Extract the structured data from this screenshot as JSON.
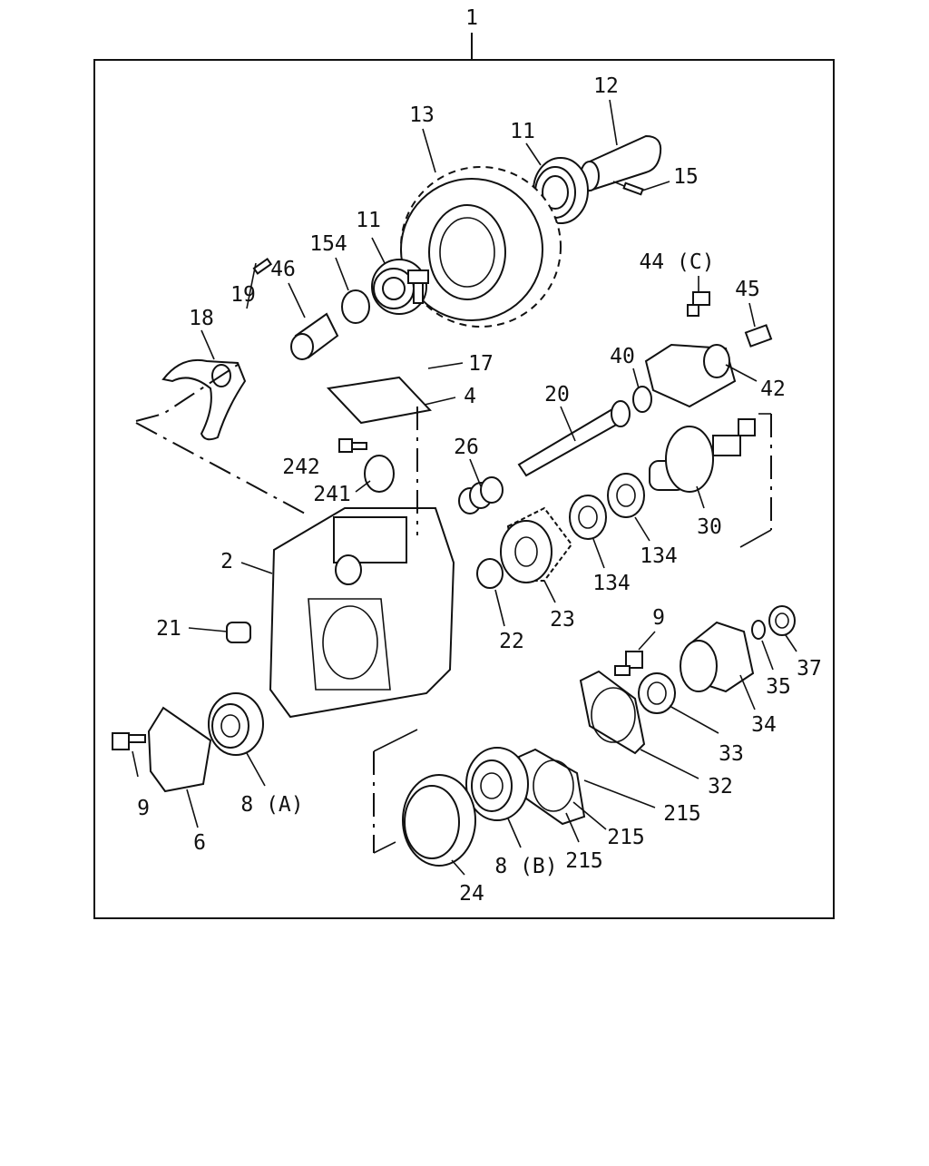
{
  "diagram": {
    "assembly_label": "1",
    "callouts": [
      {
        "id": "c12",
        "text": "12"
      },
      {
        "id": "c13",
        "text": "13"
      },
      {
        "id": "c11a",
        "text": "11"
      },
      {
        "id": "c11b",
        "text": "11"
      },
      {
        "id": "c15",
        "text": "15"
      },
      {
        "id": "c154",
        "text": "154"
      },
      {
        "id": "c46",
        "text": "46"
      },
      {
        "id": "c44c",
        "text": "44 (C)"
      },
      {
        "id": "c45",
        "text": "45"
      },
      {
        "id": "c19",
        "text": "19"
      },
      {
        "id": "c18",
        "text": "18"
      },
      {
        "id": "c17",
        "text": "17"
      },
      {
        "id": "c40",
        "text": "40"
      },
      {
        "id": "c42",
        "text": "42"
      },
      {
        "id": "c4",
        "text": "4"
      },
      {
        "id": "c20",
        "text": "20"
      },
      {
        "id": "c26",
        "text": "26"
      },
      {
        "id": "c242",
        "text": "242"
      },
      {
        "id": "c241",
        "text": "241"
      },
      {
        "id": "c30",
        "text": "30"
      },
      {
        "id": "c2",
        "text": "2"
      },
      {
        "id": "c134a",
        "text": "134"
      },
      {
        "id": "c134b",
        "text": "134"
      },
      {
        "id": "c21",
        "text": "21"
      },
      {
        "id": "c22",
        "text": "22"
      },
      {
        "id": "c23",
        "text": "23"
      },
      {
        "id": "c9a",
        "text": "9"
      },
      {
        "id": "c37",
        "text": "37"
      },
      {
        "id": "c35",
        "text": "35"
      },
      {
        "id": "c34",
        "text": "34"
      },
      {
        "id": "c33",
        "text": "33"
      },
      {
        "id": "c32",
        "text": "32"
      },
      {
        "id": "c215a",
        "text": "215"
      },
      {
        "id": "c215b",
        "text": "215"
      },
      {
        "id": "c215c",
        "text": "215"
      },
      {
        "id": "c9b",
        "text": "9"
      },
      {
        "id": "c8a",
        "text": "8 (A)"
      },
      {
        "id": "c6",
        "text": "6"
      },
      {
        "id": "c8b",
        "text": "8 (B)"
      },
      {
        "id": "c24",
        "text": "24"
      }
    ]
  }
}
